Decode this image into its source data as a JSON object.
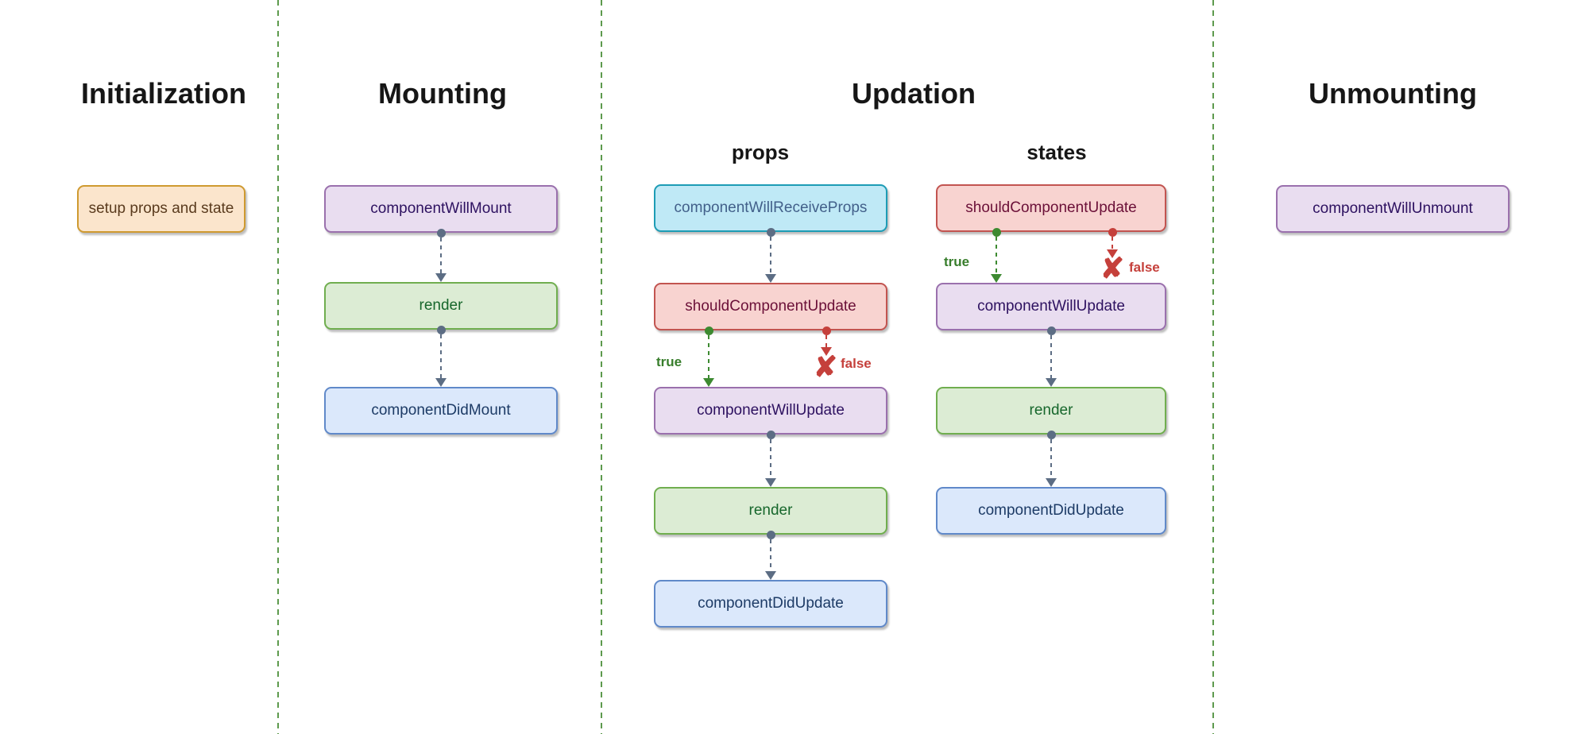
{
  "sections": {
    "initialization": {
      "title": "Initialization",
      "nodes": {
        "setup": "setup props and state"
      }
    },
    "mounting": {
      "title": "Mounting",
      "nodes": {
        "componentWillMount": "componentWillMount",
        "render": "render",
        "componentDidMount": "componentDidMount"
      }
    },
    "updation": {
      "title": "Updation",
      "props_label": "props",
      "states_label": "states",
      "props_nodes": {
        "componentWillReceiveProps": "componentWillReceiveProps",
        "shouldComponentUpdate": "shouldComponentUpdate",
        "componentWillUpdate": "componentWillUpdate",
        "render": "render",
        "componentDidUpdate": "componentDidUpdate"
      },
      "states_nodes": {
        "shouldComponentUpdate": "shouldComponentUpdate",
        "componentWillUpdate": "componentWillUpdate",
        "render": "render",
        "componentDidUpdate": "componentDidUpdate"
      },
      "branch_true": "true",
      "branch_false": "false"
    },
    "unmounting": {
      "title": "Unmounting",
      "nodes": {
        "componentWillUnmount": "componentWillUnmount"
      }
    }
  },
  "icons": {
    "x_mark": "✘"
  },
  "colors": {
    "background": "#ffffff",
    "divider_green": "#5d9a4d",
    "arrow_slate": "#5c6d84",
    "arrow_true_green": "#3d8a31",
    "arrow_false_red": "#c5403b",
    "node_orange": {
      "fill": "#fbe5cc",
      "border": "#cf9a30",
      "text": "#5a3b1e"
    },
    "node_purple": {
      "fill": "#e9ddf0",
      "border": "#9a70ad",
      "text": "#2d1160"
    },
    "node_green": {
      "fill": "#dcecd4",
      "border": "#70ae4f",
      "text": "#17672c"
    },
    "node_blue": {
      "fill": "#dbe8fb",
      "border": "#6089c9",
      "text": "#1d3b66"
    },
    "node_cyan": {
      "fill": "#bfe9f6",
      "border": "#1d9cb5",
      "text": "#42608a"
    },
    "node_red": {
      "fill": "#f8d3d0",
      "border": "#c25450",
      "text": "#6b1038"
    }
  }
}
